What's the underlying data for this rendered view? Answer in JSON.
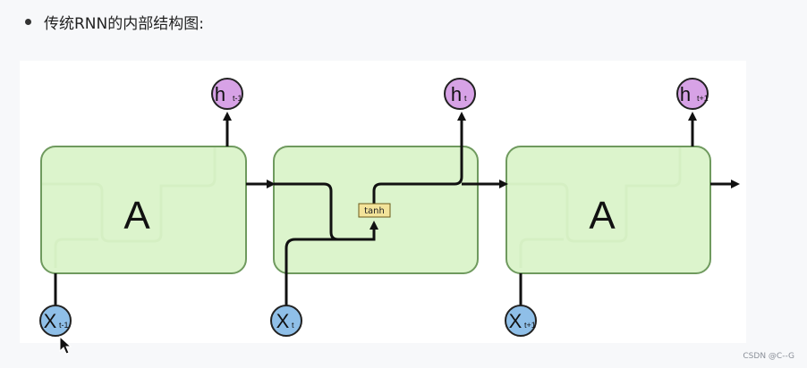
{
  "heading": {
    "text": "传统RNN的内部结构图:"
  },
  "diagram": {
    "cells": [
      {
        "label": "A",
        "type": "collapsed"
      },
      {
        "label": "",
        "type": "expanded",
        "activation": "tanh"
      },
      {
        "label": "A",
        "type": "collapsed"
      }
    ],
    "inputs": [
      {
        "base": "X",
        "sub": "t-1"
      },
      {
        "base": "X",
        "sub": "t"
      },
      {
        "base": "X",
        "sub": "t+1"
      }
    ],
    "outputs": [
      {
        "base": "h",
        "sub": "t-1"
      },
      {
        "base": "h",
        "sub": "t"
      },
      {
        "base": "h",
        "sub": "t+1"
      }
    ],
    "colors": {
      "cell_fill": "#d6f2c3",
      "cell_stroke": "#6f9a5e",
      "input_fill": "#8fbfe8",
      "output_fill": "#d7a2e6",
      "tanh_fill": "#f3e39a",
      "line": "#111111"
    }
  },
  "watermark": "CSDN @C--G"
}
